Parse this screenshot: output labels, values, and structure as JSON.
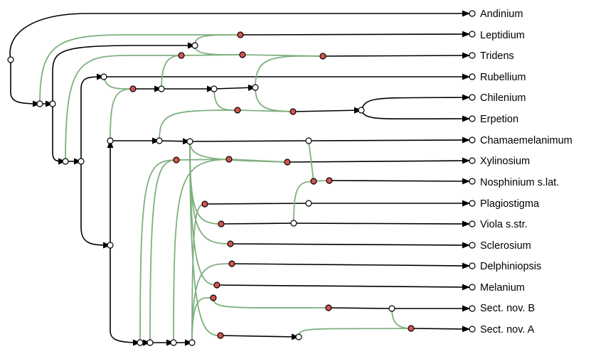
{
  "diagram": {
    "type": "phylogenetic-network",
    "colors": {
      "tree_edge": "#000000",
      "reticulation_edge": "#7fb07f",
      "hybrid_node": "#d9534f",
      "tree_node": "#ffffff"
    },
    "taxa": [
      "Andinium",
      "Leptidium",
      "Tridens",
      "Rubellium",
      "Chilenium",
      "Erpetion",
      "Chamaemelanimum",
      "Xylinosium",
      "Nosphinium s.lat.",
      "Plagiostigma",
      "Viola s.str.",
      "Sclerosium",
      "Delphiniopsis",
      "Melanium",
      "Sect. nov. B",
      "Sect. nov. A"
    ]
  }
}
